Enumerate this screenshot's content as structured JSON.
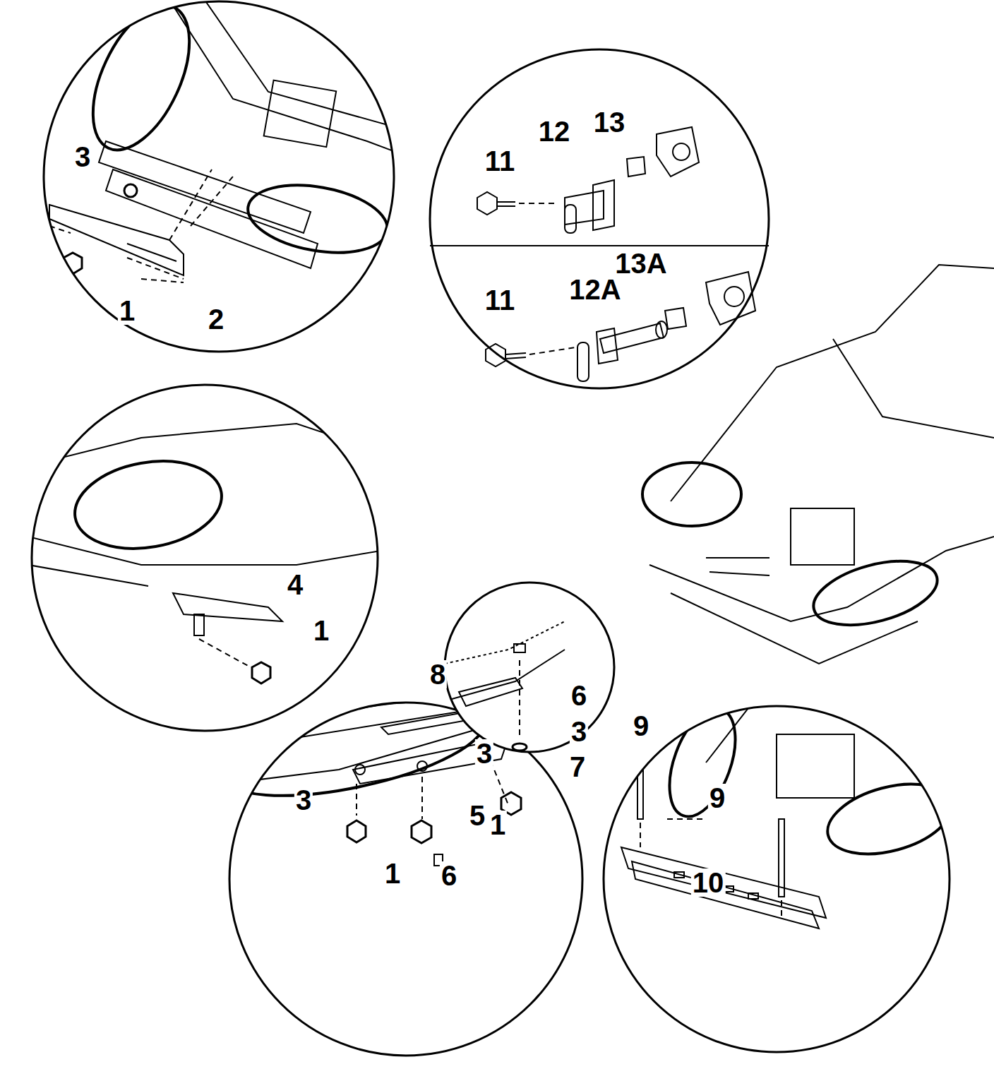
{
  "diagram": {
    "labels": [
      "3",
      "1",
      "2",
      "13",
      "12",
      "11",
      "13A",
      "12A",
      "11",
      "4",
      "1",
      "6",
      "3",
      "7",
      "8",
      "3",
      "3",
      "5",
      "1",
      "1",
      "6",
      "9",
      "9",
      "10"
    ]
  }
}
